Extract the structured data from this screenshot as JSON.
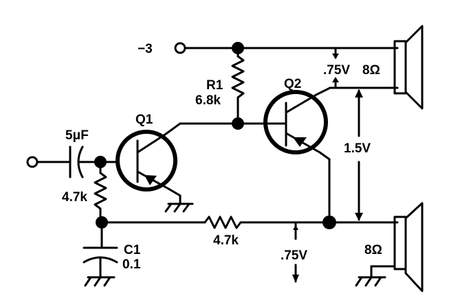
{
  "diagram": {
    "type": "schematic",
    "description": "Two-transistor audio amplifier driving two 8-ohm speakers",
    "supply": {
      "label": "−3"
    },
    "components": {
      "r1": {
        "name": "R1",
        "value": "6.8k"
      },
      "q1": {
        "name": "Q1"
      },
      "q2": {
        "name": "Q2"
      },
      "c_in": {
        "value": "5μF"
      },
      "r_bias": {
        "value": "4.7k"
      },
      "r_feedback": {
        "value": "4.7k"
      },
      "c1": {
        "name": "C1",
        "value": "0.1"
      },
      "speaker_top": {
        "impedance": "8Ω"
      },
      "speaker_bottom": {
        "impedance": "8Ω"
      }
    },
    "annotations": {
      "v_top": ".75V",
      "v_span": "1.5V",
      "v_bottom": ".75V"
    }
  }
}
